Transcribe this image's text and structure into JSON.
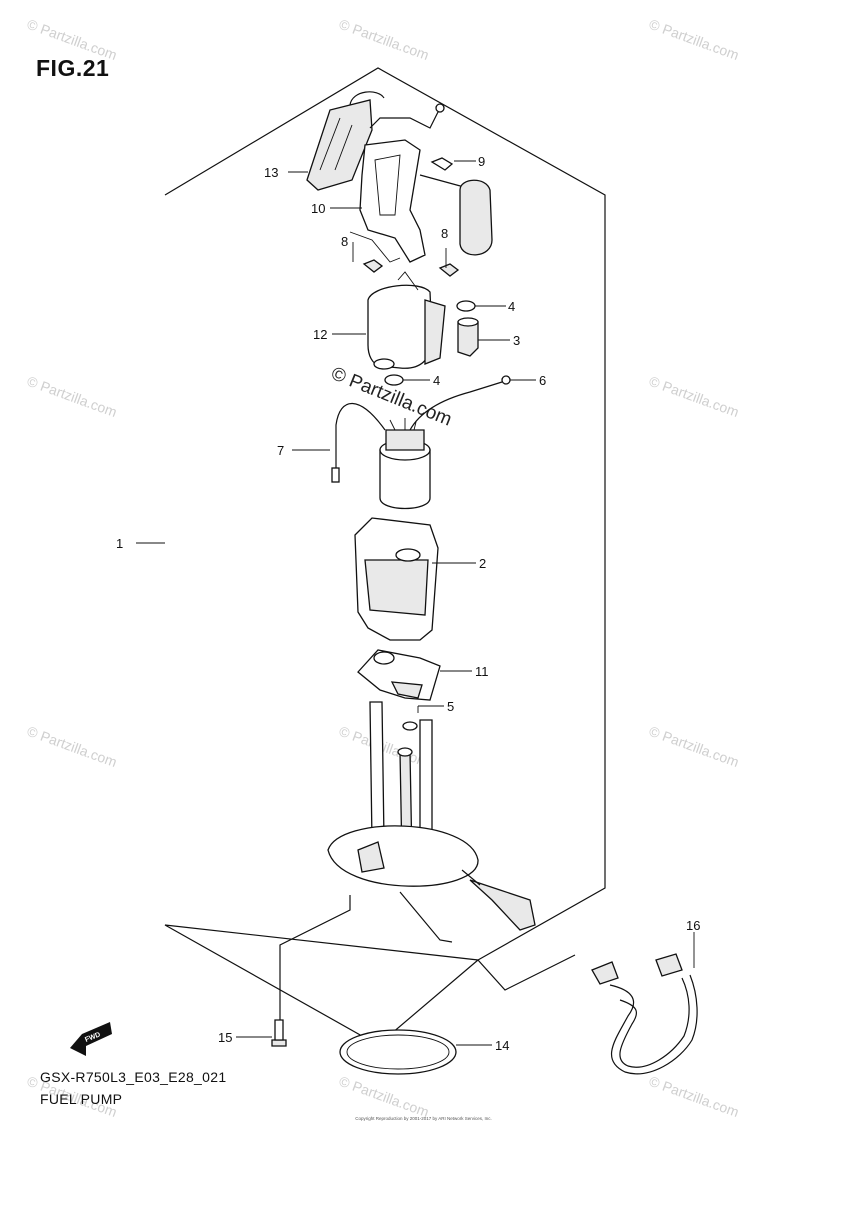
{
  "figure": {
    "title": "FIG.21",
    "code": "GSX-R750L3_E03_E28_021",
    "description": "FUEL PUMP"
  },
  "callouts": {
    "c1": "1",
    "c2": "2",
    "c3": "3",
    "c4a": "4",
    "c4b": "4",
    "c5": "5",
    "c6": "6",
    "c7": "7",
    "c8a": "8",
    "c8b": "8",
    "c9": "9",
    "c10": "10",
    "c11": "11",
    "c12": "12",
    "c13": "13",
    "c14": "14",
    "c15": "15",
    "c16": "16"
  },
  "watermark": {
    "text": "© Partzilla.com",
    "center_text": "© Partzilla.com"
  },
  "fwd_label": "FWD",
  "copyright_text": "Copyright\nReproduction by 2001-2017 by ARI Network Services, Inc."
}
